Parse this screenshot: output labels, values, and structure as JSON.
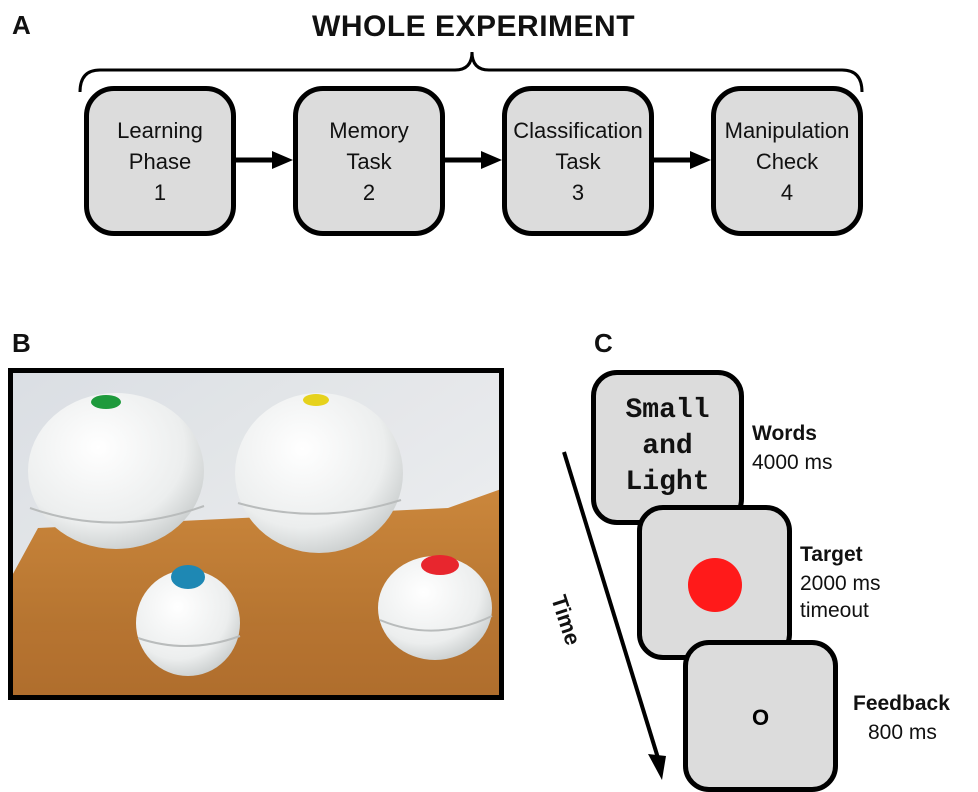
{
  "panel_a": {
    "label": "A",
    "title": "WHOLE EXPERIMENT",
    "steps": [
      {
        "name": "Learning",
        "name2": "Phase",
        "number": "1"
      },
      {
        "name": "Memory",
        "name2": "Task",
        "number": "2"
      },
      {
        "name": "Classification",
        "name2": "Task",
        "number": "3"
      },
      {
        "name": "Manipulation",
        "name2": "Check",
        "number": "4"
      }
    ]
  },
  "panel_b": {
    "label": "B",
    "ball_colors": {
      "green": "#1e9a3c",
      "yellow": "#e6d21c",
      "blue": "#1e88b4",
      "red": "#e8262e"
    },
    "table_color": "#d08a3a",
    "wall_color": "#e9ebee"
  },
  "panel_c": {
    "label": "C",
    "time_label": "Time",
    "words_text_line1": "Small",
    "words_text_line2": "and",
    "words_text_line3": "Light",
    "words_title": "Words",
    "words_duration": "4000 ms",
    "target_title": "Target",
    "target_duration": "2000 ms",
    "target_extra": "timeout",
    "target_color": "#ff1a1a",
    "feedback_title": "Feedback",
    "feedback_duration": "800 ms",
    "feedback_symbol": "O"
  }
}
